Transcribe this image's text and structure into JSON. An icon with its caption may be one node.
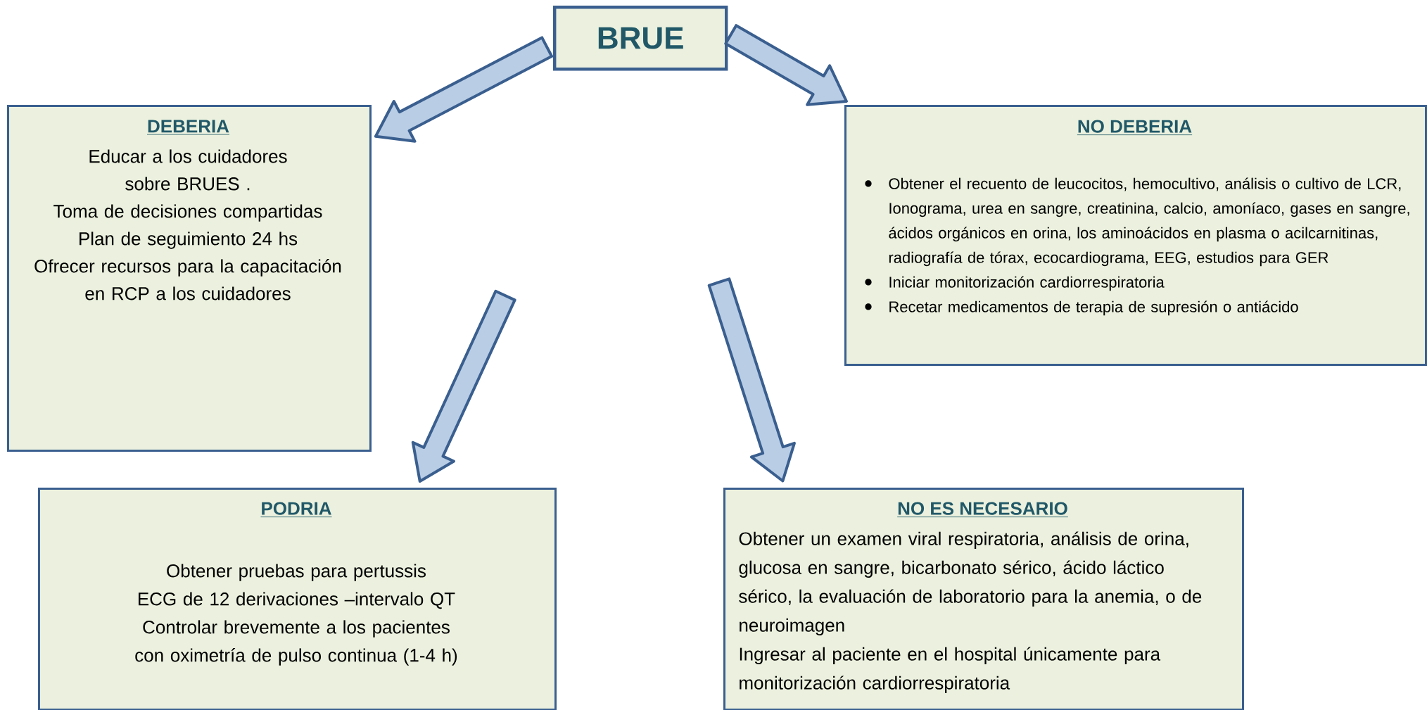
{
  "diagram": {
    "nodes": [
      {
        "text": [
          "BRUE"
        ]
      },
      {
        "text": [
          "DEBERIA",
          "Educar a los cuidadores sobre BRUES .",
          "Toma de decisiones compartidas",
          "Plan de seguimiento 24 hs",
          "Ofrecer recursos para la capacitación en RCP a los cuidadores"
        ]
      },
      {
        "text": [
          "NO DEBERIA",
          "Obtener el recuento de leucocitos, hemocultivo, análisis o cultivo de LCR, Ionograma, urea en sangre, creatinina, calcio, amoníaco, gases en sangre, ácidos orgánicos en orina, los aminoácidos en plasma o acilcarnitinas, radiografía de tórax, ecocardiograma, EEG, estudios para GER",
          "Iniciar monitorización cardiorrespiratoria",
          "Recetar medicamentos de terapia de supresión o antiácido"
        ]
      },
      {
        "text": [
          "PODRIA",
          "Obtener pruebas para pertussis",
          "ECG de 12 derivaciones –intervalo QT",
          "Controlar brevemente a los pacientes con oximetría de pulso continua (1-4 h)"
        ]
      },
      {
        "text": [
          "NO ES NECESARIO",
          "Obtener un examen viral respiratoria, análisis de orina, glucosa en sangre, bicarbonato sérico, ácido láctico sérico, la evaluación de laboratorio para la anemia, o de neuroimagen",
          "Ingresar al paciente en el hospital únicamente para monitorización cardiorrespiratoria"
        ]
      }
    ],
    "edges": [
      {
        "from": 0,
        "to": 1,
        "arrow": "to"
      },
      {
        "from": 0,
        "to": 2,
        "arrow": "to"
      },
      {
        "from": null,
        "to": 3,
        "arrow": "to"
      },
      {
        "from": null,
        "to": 4,
        "arrow": "to"
      }
    ]
  }
}
